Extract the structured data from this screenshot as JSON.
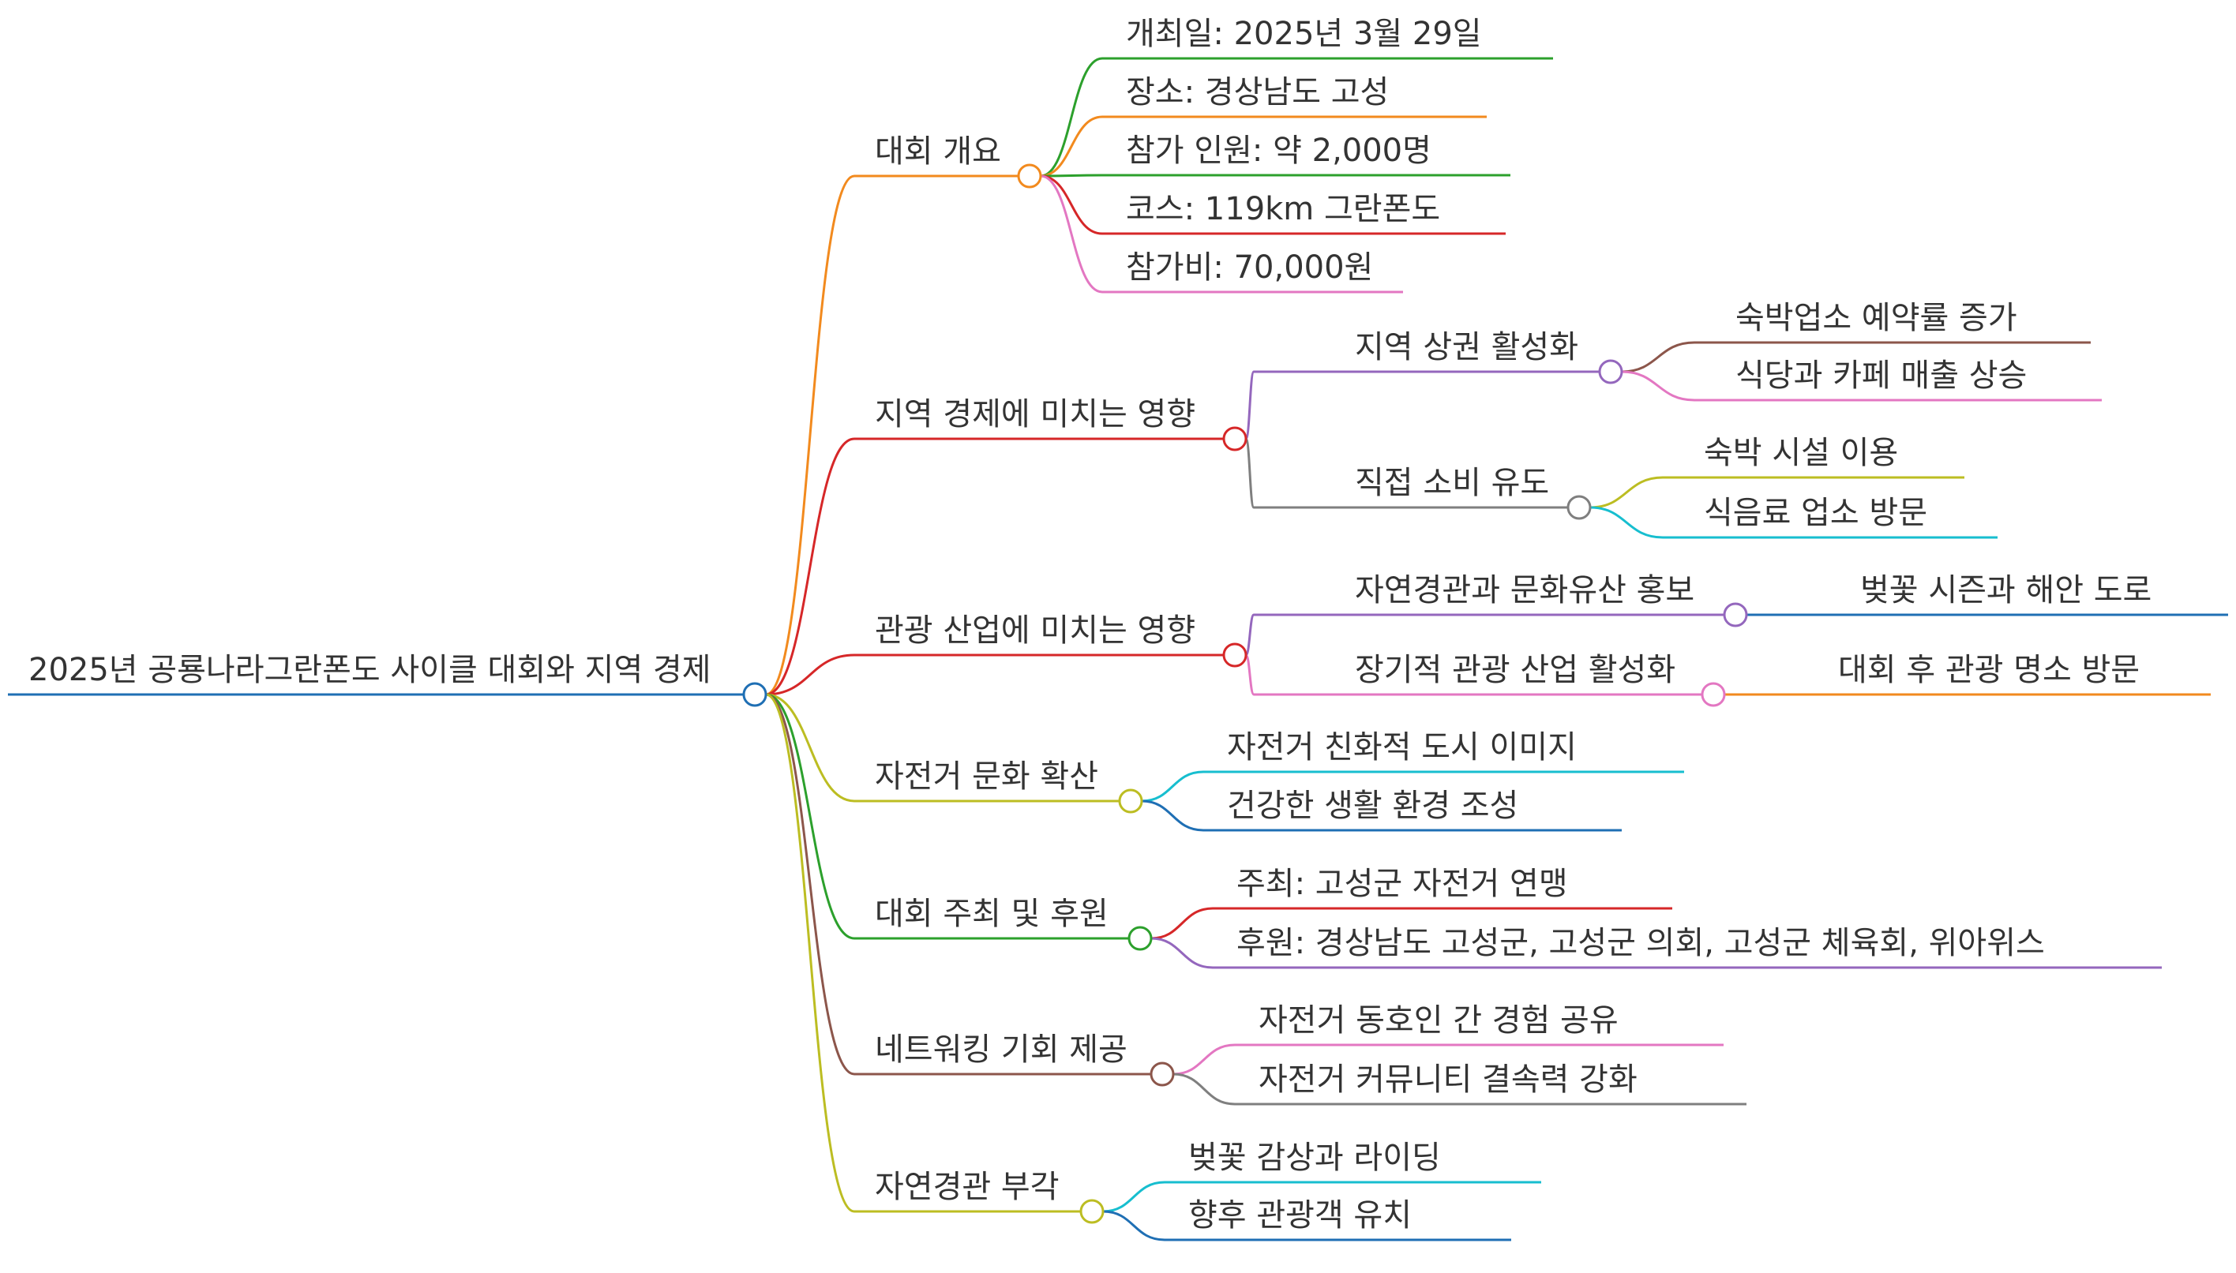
{
  "root": {
    "label": "2025년 공룡나라그란폰도 사이클 대회와 지역 경제",
    "color": "#1f6fb4"
  },
  "branches": [
    {
      "id": "overview",
      "label": "대회 개요",
      "color": "#f28a1e",
      "children": [
        {
          "label": "개최일: 2025년 3월 29일",
          "color": "#2ca02c"
        },
        {
          "label": "장소: 경상남도 고성",
          "color": "#f28a1e"
        },
        {
          "label": "참가 인원: 약 2,000명",
          "color": "#2ca02c"
        },
        {
          "label": "코스: 119km 그란폰도",
          "color": "#d62728"
        },
        {
          "label": "참가비: 70,000원",
          "color": "#e377c2"
        }
      ]
    },
    {
      "id": "local-economy",
      "label": "지역 경제에 미치는 영향",
      "color": "#d62728",
      "children": [
        {
          "label": "지역 상권 활성화",
          "color": "#9467bd",
          "children": [
            {
              "label": "숙박업소 예약률 증가",
              "color": "#8c564b"
            },
            {
              "label": "식당과 카페 매출 상승",
              "color": "#e377c2"
            }
          ]
        },
        {
          "label": "직접 소비 유도",
          "color": "#7f7f7f",
          "children": [
            {
              "label": "숙박 시설 이용",
              "color": "#bcbd22"
            },
            {
              "label": "식음료 업소 방문",
              "color": "#17becf"
            }
          ]
        }
      ]
    },
    {
      "id": "tourism",
      "label": "관광 산업에 미치는 영향",
      "color": "#d62728",
      "children": [
        {
          "label": "자연경관과 문화유산 홍보",
          "color": "#9467bd",
          "children": [
            {
              "label": "벚꽃 시즌과 해안 도로",
              "color": "#1f6fb4"
            }
          ]
        },
        {
          "label": "장기적 관광 산업 활성화",
          "color": "#e377c2",
          "children": [
            {
              "label": "대회 후 관광 명소 방문",
              "color": "#f28a1e"
            }
          ]
        }
      ]
    },
    {
      "id": "bike-culture",
      "label": "자전거 문화 확산",
      "color": "#bcbd22",
      "children": [
        {
          "label": "자전거 친화적 도시 이미지",
          "color": "#17becf"
        },
        {
          "label": "건강한 생활 환경 조성",
          "color": "#1f6fb4"
        }
      ]
    },
    {
      "id": "hosting",
      "label": "대회 주최 및 후원",
      "color": "#2ca02c",
      "children": [
        {
          "label": "주최: 고성군 자전거 연맹",
          "color": "#d62728"
        },
        {
          "label": "후원: 경상남도 고성군, 고성군 의회, 고성군 체육회, 위아위스",
          "color": "#9467bd"
        }
      ]
    },
    {
      "id": "networking",
      "label": "네트워킹 기회 제공",
      "color": "#8c564b",
      "children": [
        {
          "label": "자전거 동호인 간 경험 공유",
          "color": "#e377c2"
        },
        {
          "label": "자전거 커뮤니티 결속력 강화",
          "color": "#7f7f7f"
        }
      ]
    },
    {
      "id": "scenery",
      "label": "자연경관 부각",
      "color": "#bcbd22",
      "children": [
        {
          "label": "벚꽃 감상과 라이딩",
          "color": "#17becf"
        },
        {
          "label": "향후 관광객 유치",
          "color": "#1f6fb4"
        }
      ]
    }
  ]
}
